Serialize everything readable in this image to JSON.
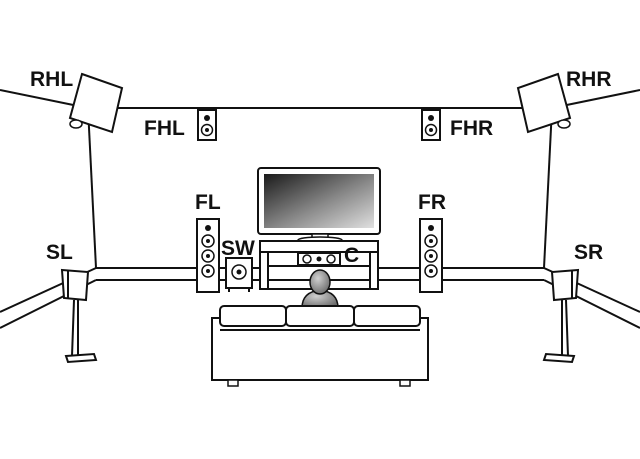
{
  "speakers": {
    "rhl": "RHL",
    "rhr": "RHR",
    "fhl": "FHL",
    "fhr": "FHR",
    "fl": "FL",
    "fr": "FR",
    "sw": "SW",
    "c": "C",
    "sl": "SL",
    "sr": "SR"
  },
  "colors": {
    "line": "#111111",
    "background": "#ffffff"
  }
}
